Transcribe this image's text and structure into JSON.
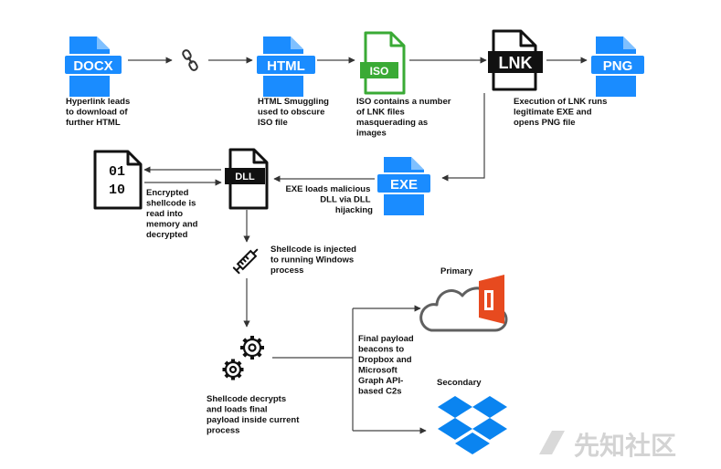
{
  "colors": {
    "blue": "#1a8cff",
    "green": "#3aaa35",
    "black": "#111111",
    "office_red": "#e74a1f",
    "dropbox_blue": "#0a84f0",
    "cloud_gray": "#606060",
    "watermark": "#c9c9c9"
  },
  "nodes": {
    "docx": {
      "icon": "docx-file-icon",
      "tag": "DOCX",
      "caption": [
        "Hyperlink leads",
        "to download of",
        "further HTML"
      ]
    },
    "chain": {
      "icon": "chain-link-icon"
    },
    "html": {
      "icon": "html-file-icon",
      "tag": "HTML",
      "caption": [
        "HTML Smuggling",
        "used to obscure",
        "ISO file"
      ]
    },
    "iso": {
      "icon": "iso-file-icon",
      "tag": "ISO",
      "caption": [
        "ISO contains a number",
        "of LNK files",
        "masquerading as",
        "images"
      ]
    },
    "lnk": {
      "icon": "lnk-file-icon",
      "tag": "LNK",
      "caption": [
        "Execution of LNK runs",
        "legitimate EXE and",
        "opens PNG file"
      ]
    },
    "png": {
      "icon": "png-file-icon",
      "tag": "PNG"
    },
    "exe": {
      "icon": "exe-file-icon",
      "tag": "EXE",
      "caption": [
        "EXE loads malicious",
        "DLL via DLL",
        "hijacking"
      ]
    },
    "dll": {
      "icon": "dll-file-icon",
      "tag": "DLL"
    },
    "binary": {
      "icon": "binary-file-icon",
      "tag_lines": [
        "01",
        "10"
      ],
      "caption": [
        "Encrypted",
        "shellcode is",
        "read into",
        "memory and",
        "decrypted"
      ]
    },
    "syringe": {
      "icon": "syringe-icon",
      "caption": [
        "Shellcode is injected",
        "to running Windows",
        "process"
      ]
    },
    "gears": {
      "icon": "gears-icon",
      "caption": [
        "Shellcode decrypts",
        "and loads final",
        "payload inside current",
        "process"
      ]
    },
    "beacon": {
      "caption": [
        "Final payload",
        "beacons to",
        "Dropbox and",
        "Microsoft",
        "Graph API-",
        "based C2s"
      ]
    },
    "primary": {
      "icon": "office-cloud-icon",
      "title": "Primary"
    },
    "secondary": {
      "icon": "dropbox-icon",
      "title": "Secondary"
    }
  },
  "watermark": {
    "text": "先知社区"
  }
}
